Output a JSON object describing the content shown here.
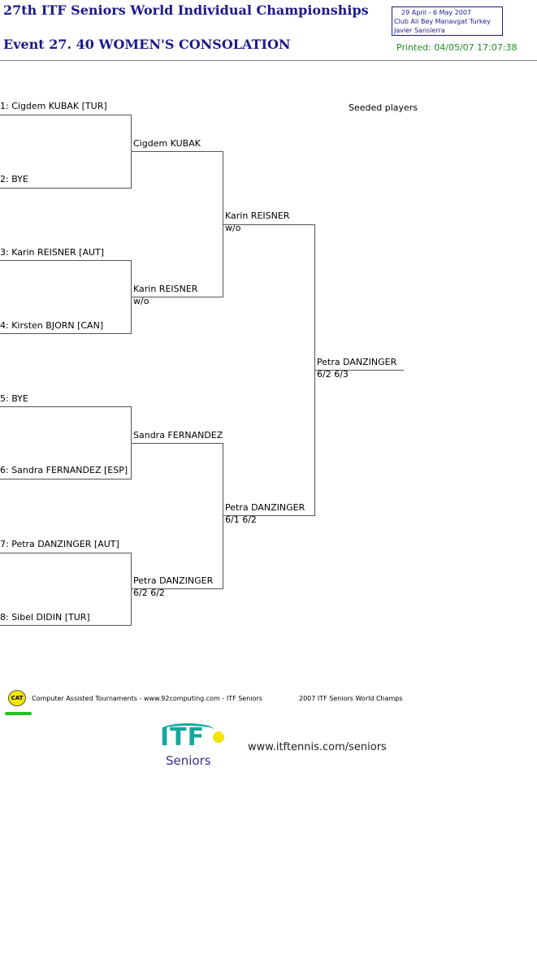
{
  "header": {
    "title": "27th ITF Seniors World Individual Championships",
    "event": "Event 27. 40 WOMEN'S CONSOLATION",
    "info_dates": "29 April - 6 May 2007",
    "info_venue": "Club Ali Bey Manavgat   Turkey",
    "info_referee": "Javier Sansierra",
    "printed": "Printed: 04/05/07 17:07:38"
  },
  "draw": {
    "seeded_label": "Seeded players",
    "round1": [
      "1: Cigdem KUBAK [TUR]",
      "2: BYE",
      "3: Karin REISNER [AUT]",
      "4: Kirsten BJORN [CAN]",
      "5: BYE",
      "6: Sandra FERNANDEZ [ESP]",
      "7: Petra DANZINGER [AUT]",
      "8: Sibel DIDIN [TUR]"
    ],
    "round2": [
      {
        "name": "Cigdem KUBAK",
        "score": ""
      },
      {
        "name": "Karin REISNER",
        "score": "w/o"
      },
      {
        "name": "Sandra FERNANDEZ",
        "score": ""
      },
      {
        "name": "Petra DANZINGER",
        "score": "6/2 6/2"
      }
    ],
    "semis": [
      {
        "name": "Karin REISNER",
        "score": "w/o"
      },
      {
        "name": "Petra DANZINGER",
        "score": "6/1 6/2"
      }
    ],
    "final": {
      "name": "Petra DANZINGER",
      "score": "6/2 6/3"
    }
  },
  "footer": {
    "cat_badge": "CAT",
    "credit": "Computer Assisted Tournaments - www.92computing.com -  ITF Seniors",
    "event_name": "2007 ITF Seniors World Champs",
    "logo_itf": "ITF",
    "logo_seniors": "Seniors",
    "url": "www.itftennis.com/seniors"
  }
}
